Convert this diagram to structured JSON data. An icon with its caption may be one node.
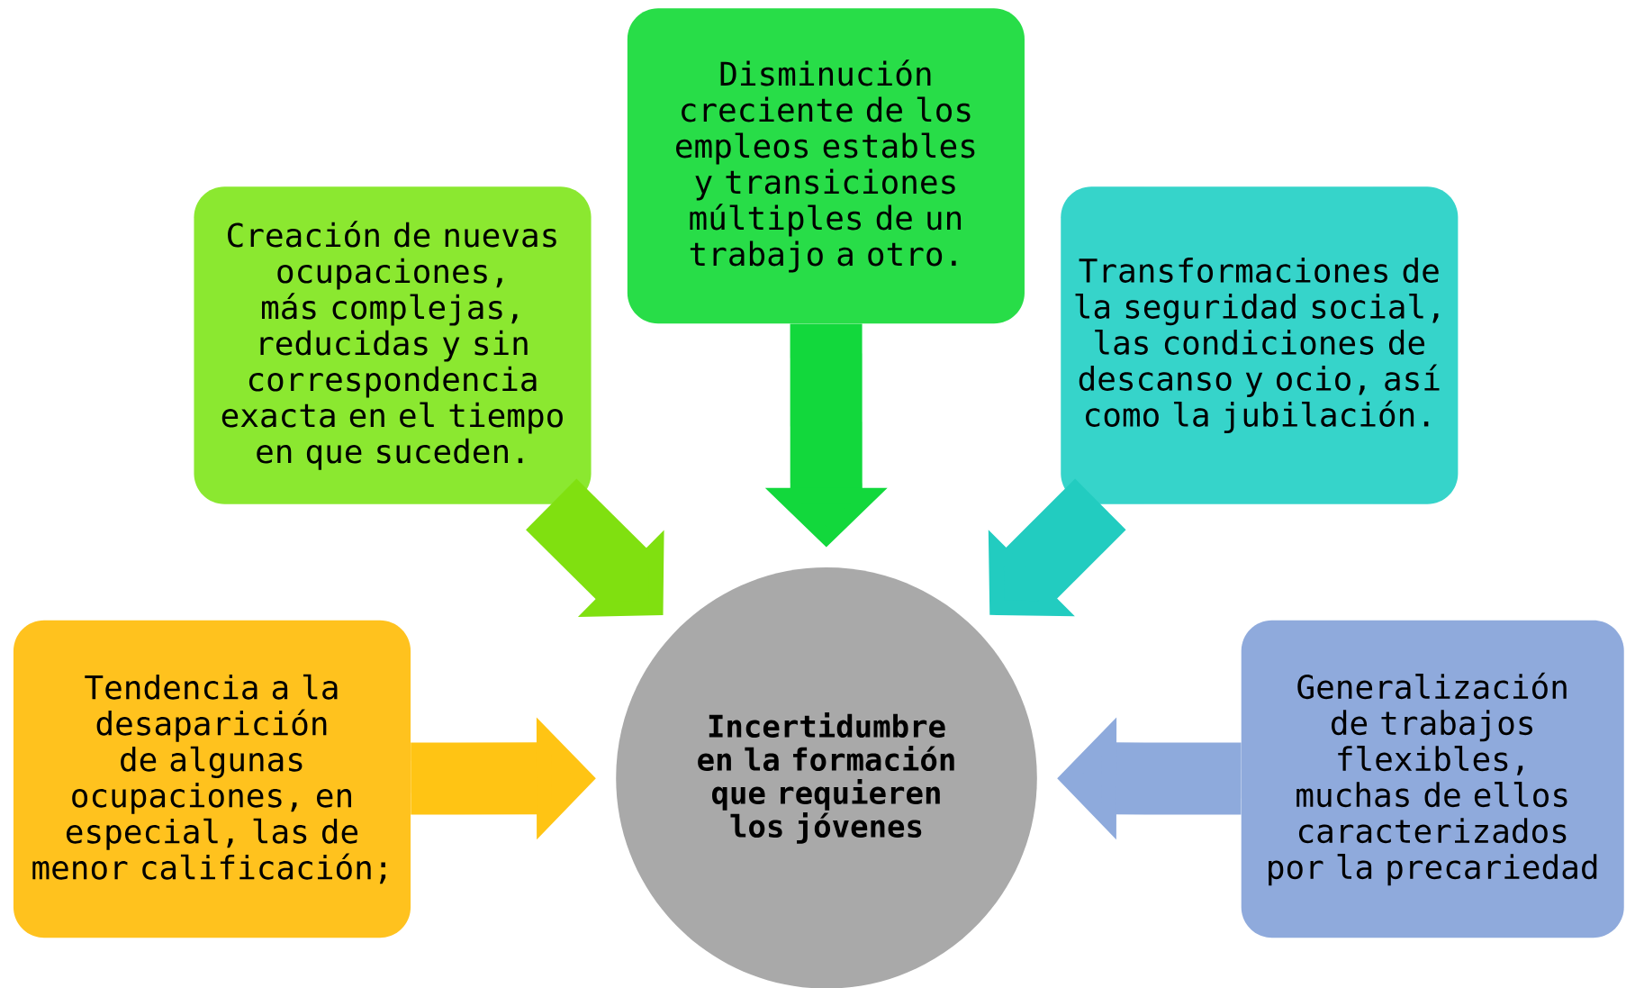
{
  "diagram": {
    "nodes": [
      {
        "text": [
          "Creación de nuevas ocupaciones, más complejas, reducidas y sin correspondencia exacta en el tiempo en que suceden."
        ]
      },
      {
        "text": [
          "Disminución creciente de los empleos estables y transiciones múltiples de un trabajo a otro."
        ]
      },
      {
        "text": [
          "Transformaciones de la seguridad social, las condiciones de descanso y ocio, así como la jubilación."
        ]
      },
      {
        "text": [
          "Tendencia a la desaparición de algunas ocupaciones, en especial, las de menor calificación;"
        ]
      },
      {
        "text": [
          "Incertidumbre en la formación que requieren los jóvenes"
        ]
      },
      {
        "text": [
          "Generalización de trabajos flexibles, muchas de ellos caracterizados por la precariedad"
        ]
      }
    ],
    "edges": [
      {
        "from": 0,
        "to": 4,
        "arrow": "to",
        "color": "#80e010"
      },
      {
        "from": 1,
        "to": 4,
        "arrow": "to",
        "color": "#12d83c"
      },
      {
        "from": 2,
        "to": 4,
        "arrow": "to",
        "color": "#22ccc0"
      },
      {
        "from": 3,
        "to": 4,
        "arrow": "to",
        "color": "#ffc414"
      },
      {
        "from": 5,
        "to": 4,
        "arrow": "to",
        "color": "#8eaadc"
      }
    ]
  }
}
